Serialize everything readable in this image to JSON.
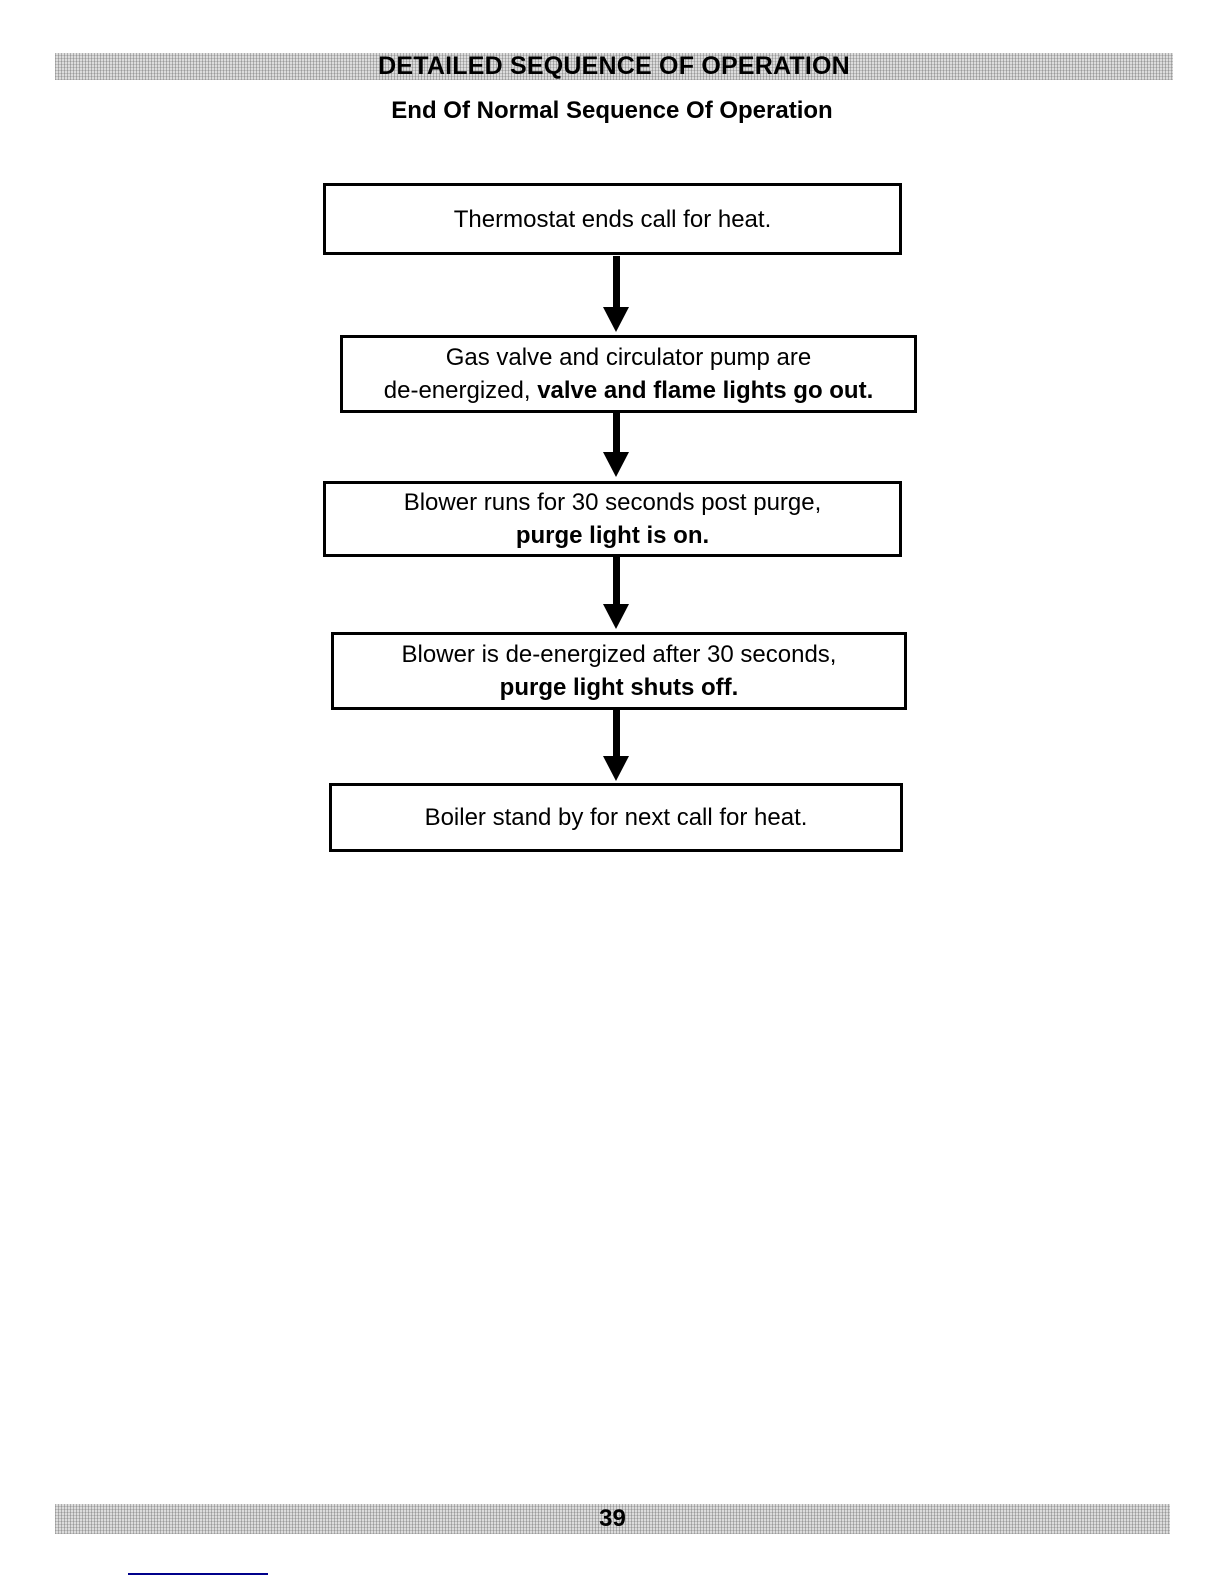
{
  "page": {
    "header_title": "DETAILED SEQUENCE OF OPERATION",
    "subtitle": "End Of Normal Sequence Of Operation",
    "page_number": "39"
  },
  "flowchart": {
    "steps": [
      {
        "line1": "Thermostat ends call for heat."
      },
      {
        "line1": "Gas valve and circulator pump are",
        "line2_regular": "de-energized, ",
        "line2_bold": "valve and flame lights go out."
      },
      {
        "line1": "Blower runs for 30 seconds post purge,",
        "line2_bold": "purge light is on."
      },
      {
        "line1": "Blower is de-energized after 30 seconds,",
        "line2_bold": "purge light shuts off."
      },
      {
        "line1": "Boiler stand by for next call for heat."
      }
    ]
  },
  "colors": {
    "link_line": "#00008B",
    "banner_gray": "#dcdcdc",
    "text": "#000000"
  }
}
